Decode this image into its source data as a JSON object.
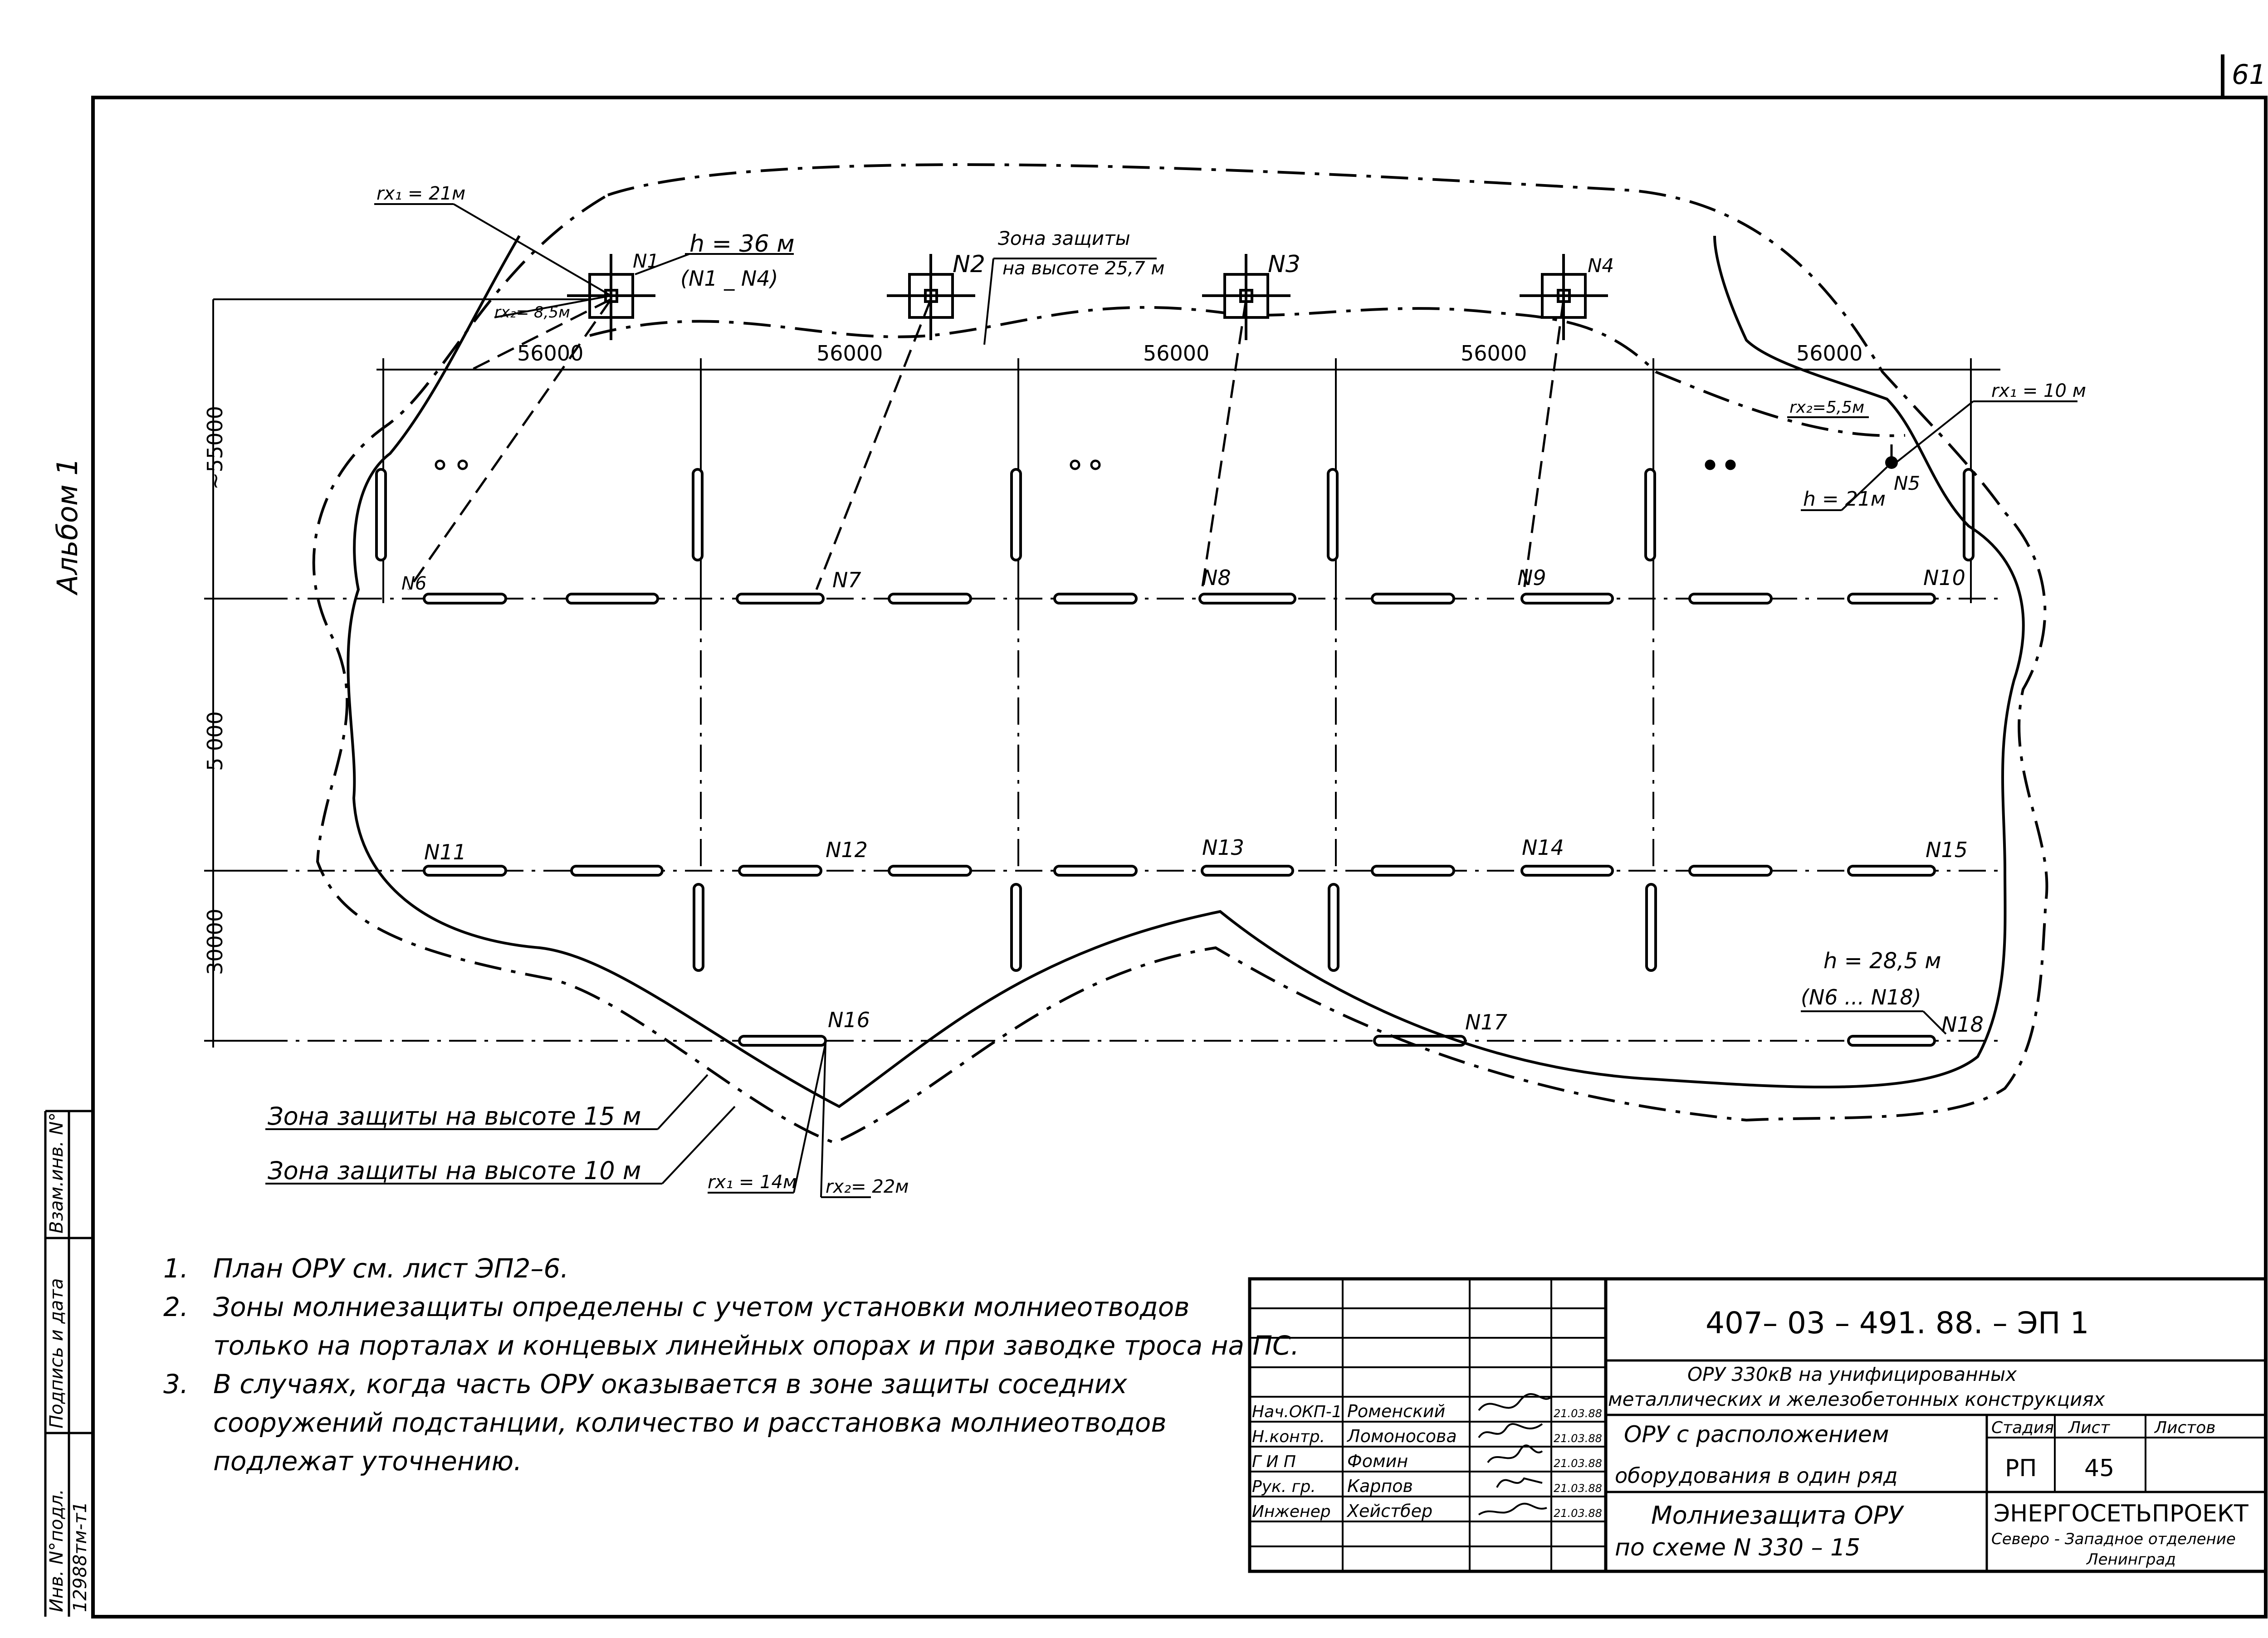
{
  "sheet_number": "61",
  "album_label": "Альбом 1",
  "left_strip": {
    "col1": "Инв. N°подл.",
    "col2": "Подпись и дата",
    "col3": "Взам.инв. N°",
    "inventory_number": "12988тм-т1"
  },
  "dimensions": {
    "spans": [
      "56000",
      "56000",
      "56000",
      "56000",
      "56000"
    ],
    "vertical": [
      "~55000",
      "5 000",
      "30000"
    ]
  },
  "masts": [
    {
      "id": "N1"
    },
    {
      "id": "N2"
    },
    {
      "id": "N3"
    },
    {
      "id": "N4"
    },
    {
      "id": "N5"
    }
  ],
  "portals": [
    "N6",
    "N7",
    "N8",
    "N9",
    "N10",
    "N11",
    "N12",
    "N13",
    "N14",
    "N15",
    "N16",
    "N17",
    "N18"
  ],
  "annotations": {
    "rx_top": "rx₁ = 21м",
    "rx_small": "rx₂= 8,5м",
    "h_mast": "h = 36 м",
    "h_mast_range": "(N1 _ N4)",
    "zone_top_1": "Зона защиты",
    "zone_top_2": "на высоте 25,7 м",
    "rx5_small": "rx₂=5,5м",
    "rx5_large": "rx₁ = 10 м",
    "h_n5": "h = 21м",
    "h_portal": "h = 28,5 м",
    "h_portal_range": "(N6 ... N18)",
    "zone15": "Зона защиты на высоте 15 м",
    "zone10": "Зона защиты на высоте 10 м",
    "rx1_bottom": "rx₁ = 14м",
    "rx2_bottom": "rx₂= 22м"
  },
  "notes": [
    {
      "num": "1.",
      "lines": [
        "План ОРУ см. лист ЭП2–6."
      ]
    },
    {
      "num": "2.",
      "lines": [
        "Зоны молниезащиты определены с учетом установки молниеотводов",
        "только на порталах и концевых линейных опорах и при заводке троса на ПС."
      ]
    },
    {
      "num": "3.",
      "lines": [
        "В случаях, когда часть ОРУ оказывается в зоне защиты соседних",
        "сооружений подстанции, количество и расстановка молниеотводов",
        "подлежат уточнению."
      ]
    }
  ],
  "title_block": {
    "code": "407– 03 – 491. 88. – ЭП 1",
    "object_1": "ОРУ 330кВ на унифицированных",
    "object_2": "металлических и железобетонных конструкциях",
    "drawing_1": "ОРУ с расположением",
    "drawing_2": "оборудования в один ряд",
    "sheet_1": "Молниезащита ОРУ",
    "sheet_2": "по схеме N 330 – 15",
    "col_stage": "Стадия",
    "col_sheet": "Лист",
    "col_sheets": "Листов",
    "stage": "РП",
    "sheet": "45",
    "org_1": "ЭНЕРГОСЕТЬПРОЕКТ",
    "org_2": "Северо - Западное отделение",
    "org_3": "Ленинград",
    "staff": [
      {
        "role": "Нач.ОКП-1",
        "name": "Роменский",
        "date": "21.03.88"
      },
      {
        "role": "Н.контр.",
        "name": "Ломоносова",
        "date": "21.03.88"
      },
      {
        "role": "Г И П",
        "name": "Фомин",
        "date": "21.03.88"
      },
      {
        "role": "Рук. гр.",
        "name": "Карпов",
        "date": "21.03.88"
      },
      {
        "role": "Инженер",
        "name": "Хейстбер",
        "date": "21.03.88"
      }
    ]
  }
}
